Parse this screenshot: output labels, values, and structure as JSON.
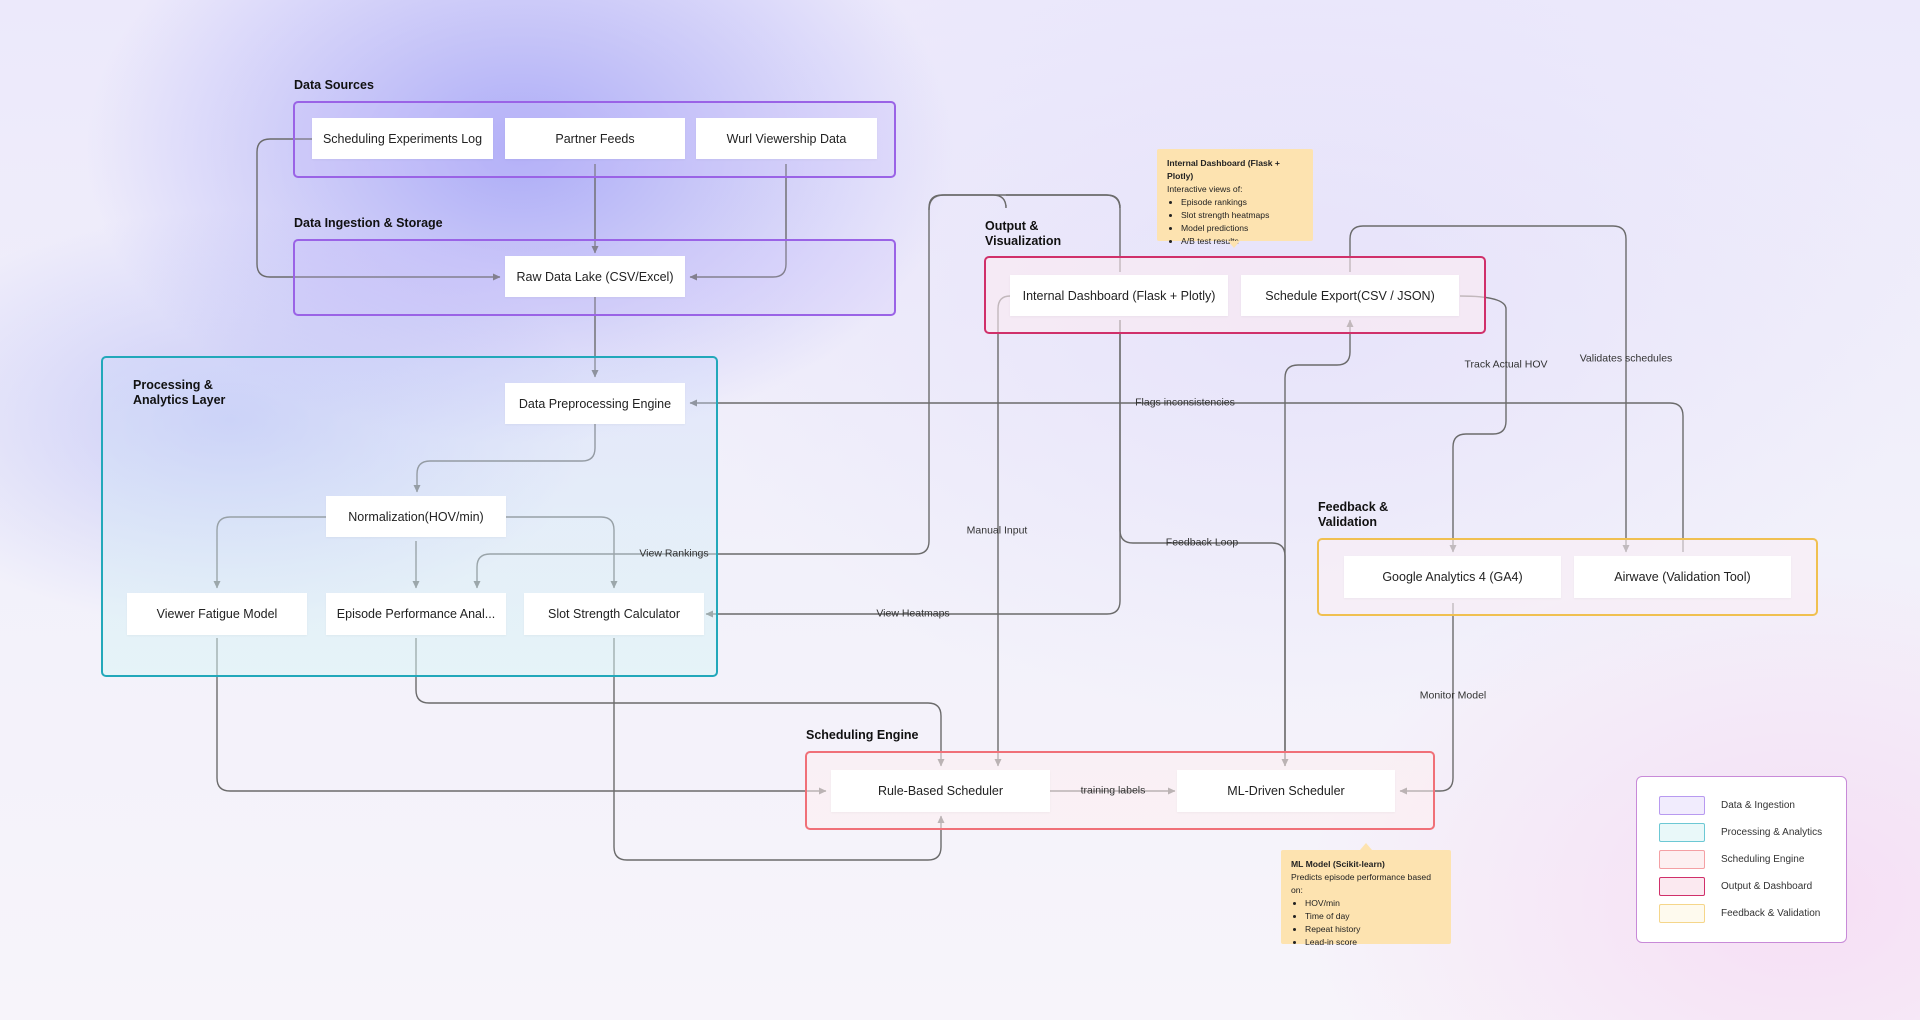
{
  "groups": {
    "data_sources": "Data Sources",
    "ingestion": "Data Ingestion & Storage",
    "processing": "Processing &\nAnalytics Layer",
    "scheduling": "Scheduling Engine",
    "output": "Output &\nVisualization",
    "feedback": "Feedback &\nValidation"
  },
  "nodes": {
    "experiments_log": "Scheduling Experiments Log",
    "partner_feeds": "Partner Feeds",
    "wurl": "Wurl Viewership Data",
    "raw_lake": "Raw Data Lake (CSV/Excel)",
    "preprocessing": "Data Preprocessing Engine",
    "normalization": "Normalization(HOV/min)",
    "fatigue": "Viewer Fatigue Model",
    "episode_perf": "Episode Performance Anal...",
    "slot_strength": "Slot Strength Calculator",
    "rule_scheduler": "Rule-Based Scheduler",
    "ml_scheduler": "ML-Driven Scheduler",
    "dashboard": "Internal Dashboard (Flask + Plotly)",
    "schedule_export": "Schedule Export(CSV / JSON)",
    "ga4": "Google Analytics 4 (GA4)",
    "airwave": "Airwave (Validation Tool)"
  },
  "edge_labels": {
    "flags": "Flags inconsistencies",
    "view_rankings": "View Rankings",
    "view_heatmaps": "View Heatmaps",
    "manual_input": "Manual Input",
    "feedback_loop": "Feedback Loop",
    "track_hov": "Track Actual HOV",
    "validates": "Validates schedules",
    "monitor": "Monitor Model",
    "training": "training labels"
  },
  "notes": {
    "dashboard": {
      "title": "Internal Dashboard (Flask + Plotly)",
      "intro": "Interactive views of:",
      "items": [
        "Episode rankings",
        "Slot strength heatmaps",
        "Model predictions",
        "A/B test results"
      ]
    },
    "ml_model": {
      "title": "ML Model (Scikit-learn)",
      "intro": "Predicts episode performance based on:",
      "items": [
        "HOV/min",
        "Time of day",
        "Repeat history",
        "Lead-in score"
      ]
    }
  },
  "legend": [
    {
      "label": "Data & Ingestion",
      "color": "#b89af0",
      "fill": "#f1ecfd"
    },
    {
      "label": "Processing & Analytics",
      "color": "#6cc8d4",
      "fill": "#e9f8f9"
    },
    {
      "label": "Scheduling Engine",
      "color": "#f4a0a4",
      "fill": "#fdf0f1"
    },
    {
      "label": "Output & Dashboard",
      "color": "#d0306a",
      "fill": "#fbe9f0"
    },
    {
      "label": "Feedback & Validation",
      "color": "#f5d68a",
      "fill": "#fefaee"
    }
  ],
  "colors": {
    "edge": "#6b6b6b",
    "note": "#fde3b0"
  }
}
